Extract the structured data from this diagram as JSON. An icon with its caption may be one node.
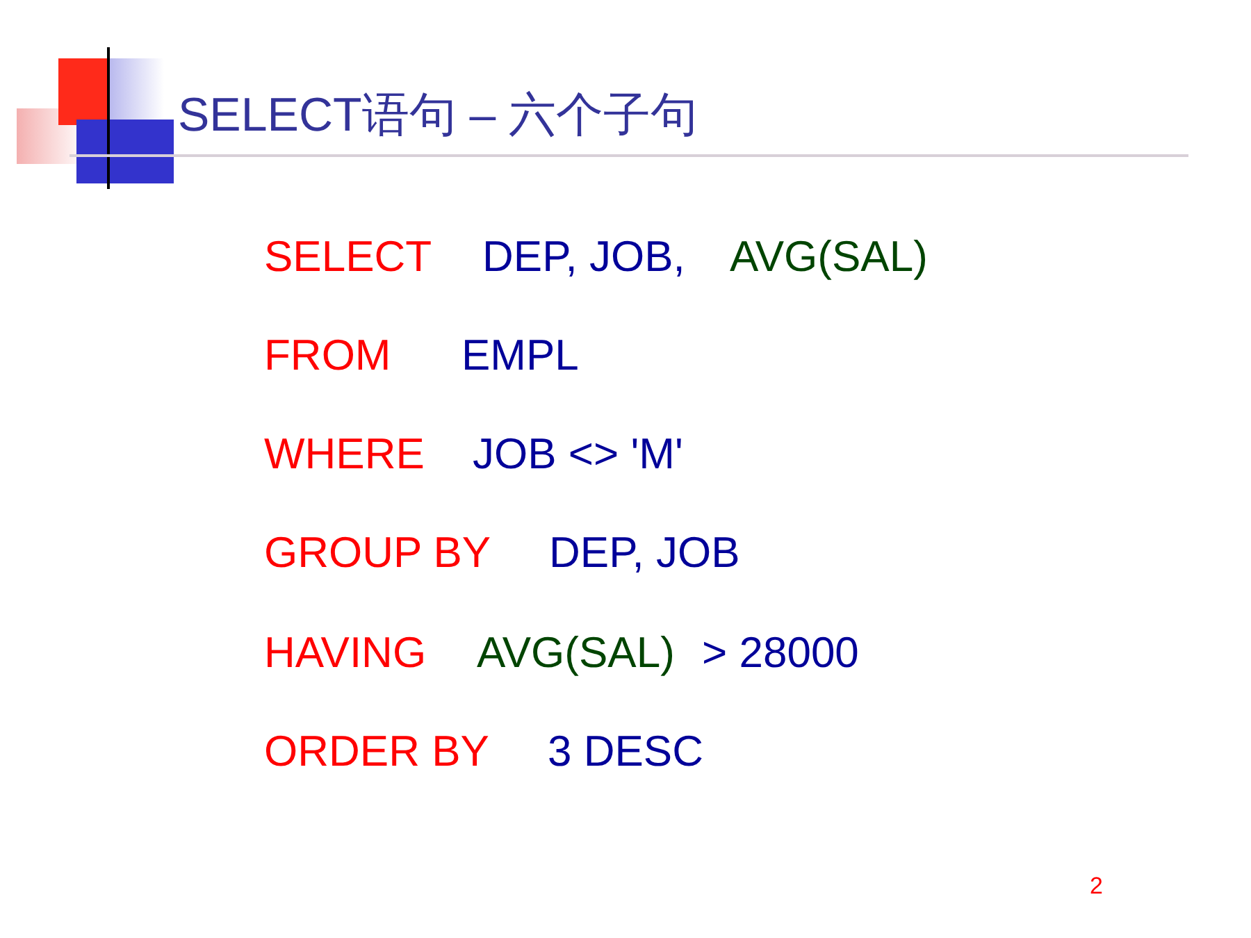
{
  "diagram": {
    "title": "SELECT语句 – 六个子句",
    "labels": [
      "SELECT",
      "DEP, JOB,",
      "AVG(SAL)",
      "FROM",
      "EMPL",
      "WHERE",
      "JOB <> 'M'",
      "GROUP BY",
      "DEP, JOB",
      "HAVING",
      "AVG(SAL)",
      "> 28000",
      "ORDER BY",
      "3 DESC",
      "2"
    ]
  }
}
